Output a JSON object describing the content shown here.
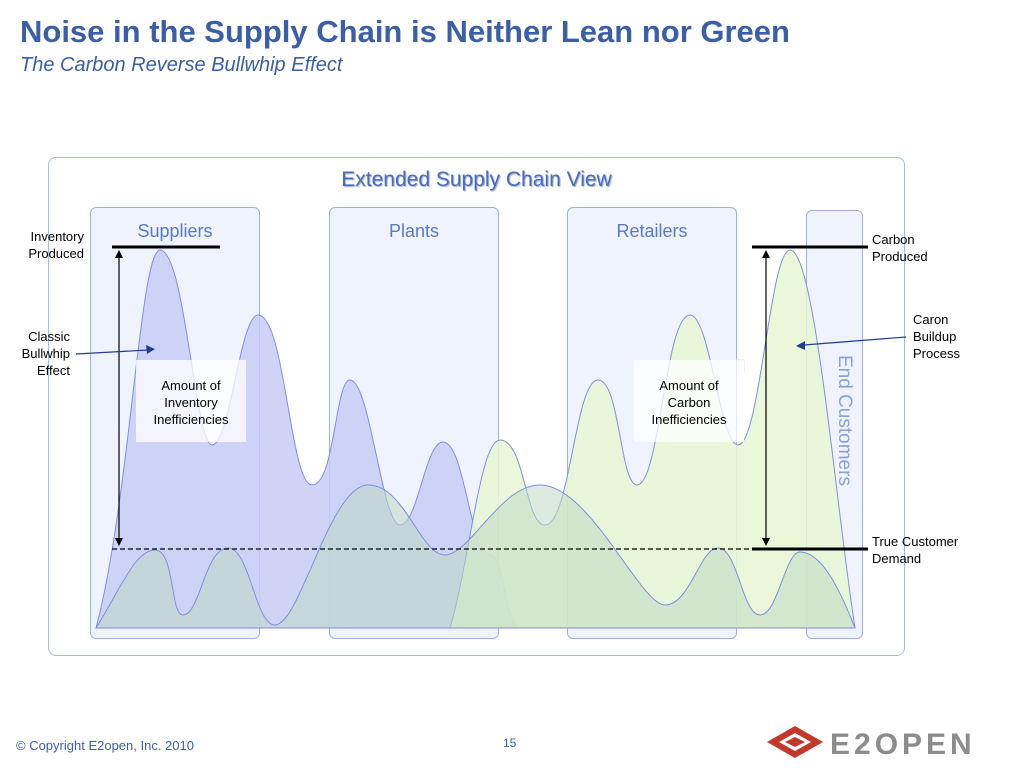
{
  "title": "Noise in the Supply Chain is Neither Lean nor Green",
  "subtitle": "The Carbon Reverse Bullwhip Effect",
  "diagram": {
    "heading": "Extended Supply Chain View",
    "columns": [
      "Suppliers",
      "Plants",
      "Retailers"
    ],
    "end_column": "End Customers",
    "left_labels": {
      "inventory_produced": [
        "Inventory",
        "Produced"
      ],
      "classic_bullwhip": [
        "Classic",
        "Bullwhip",
        "Effect"
      ]
    },
    "right_labels": {
      "carbon_produced": [
        "Carbon",
        "Produced"
      ],
      "caron_buildup": [
        "Caron",
        "Buildup",
        "Process"
      ],
      "true_demand": [
        "True Customer",
        "Demand"
      ]
    },
    "boxes": {
      "inventory_inefficiencies": [
        "Amount of",
        "Inventory",
        "Inefficiencies"
      ],
      "carbon_inefficiencies": [
        "Amount of",
        "Carbon",
        "Inefficiencies"
      ]
    },
    "colors": {
      "inventory_fill": "#c7ccf5",
      "carbon_fill": "#e9f8d9",
      "stroke": "#7e8fe0"
    }
  },
  "footer": {
    "copyright": "© Copyright E2open, Inc. 2010",
    "page": "15",
    "logo": "E2OPEN"
  }
}
